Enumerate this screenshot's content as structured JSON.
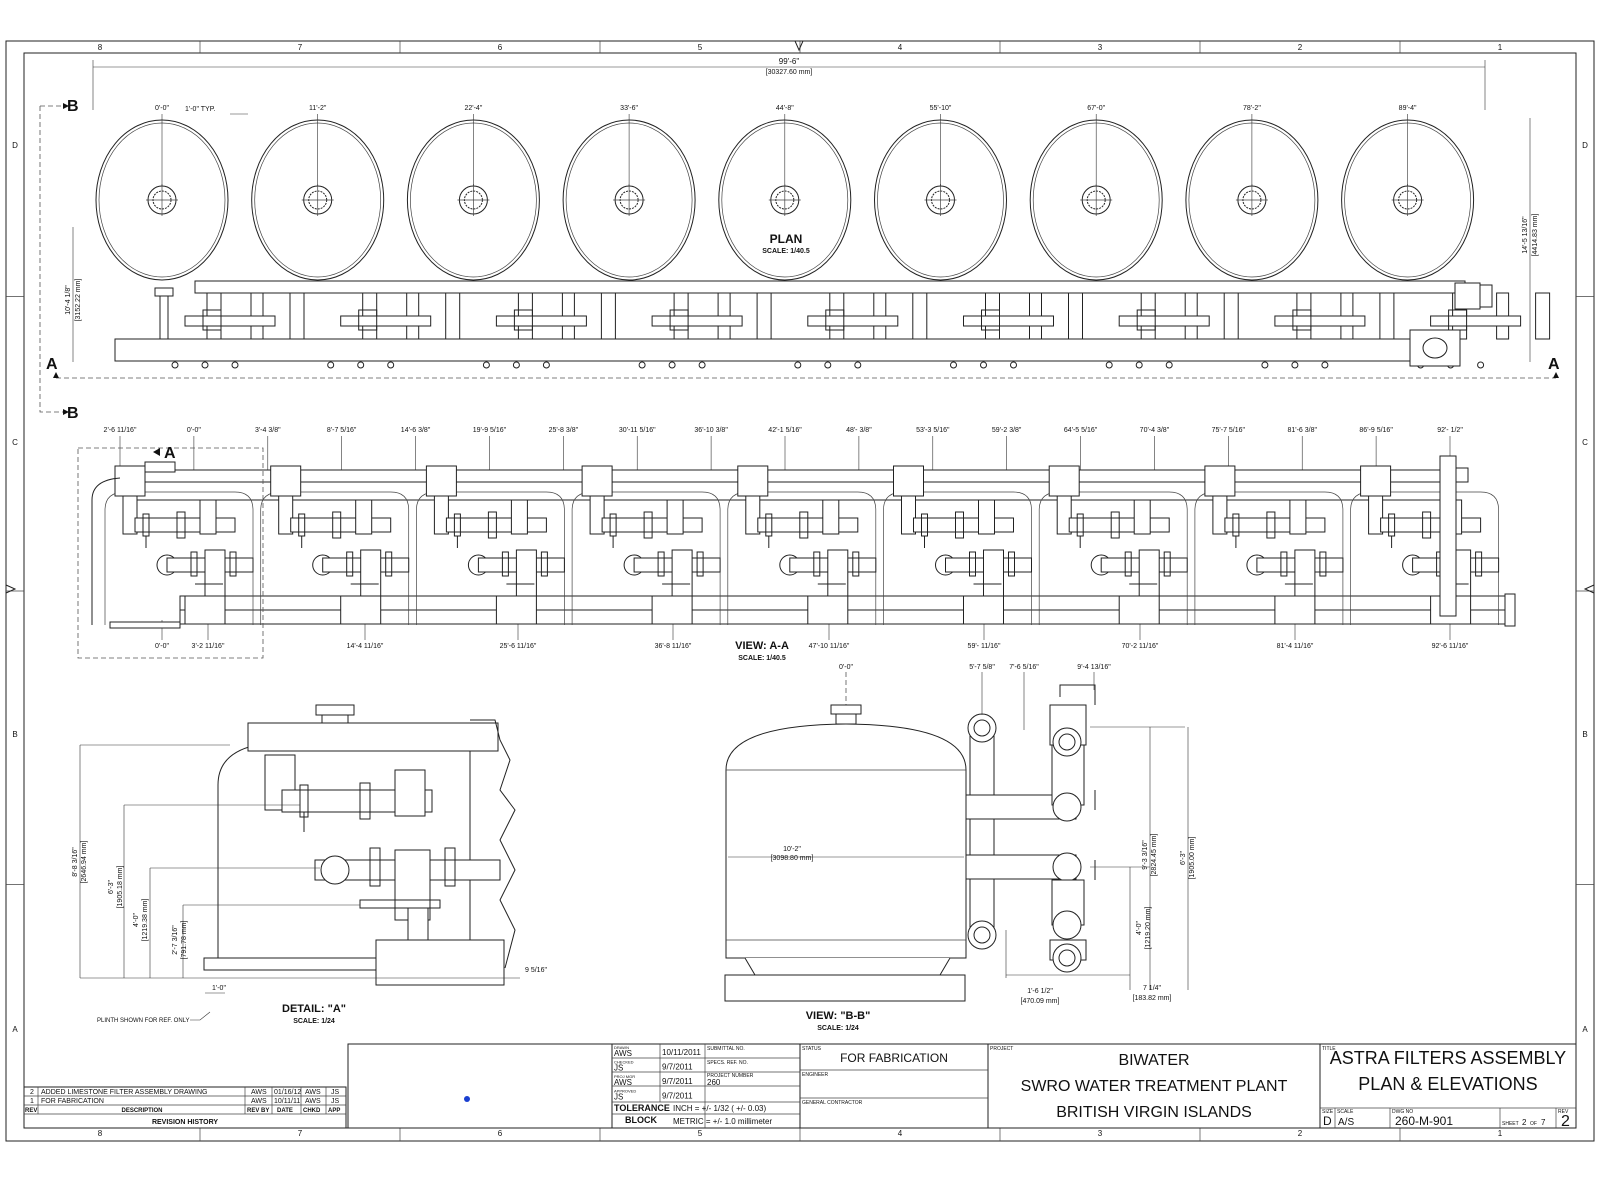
{
  "grid": {
    "columns": [
      "8",
      "7",
      "6",
      "5",
      "4",
      "3",
      "2",
      "1"
    ],
    "rows": [
      "D",
      "C",
      "B",
      "A"
    ]
  },
  "plan": {
    "overall_dim": "99'-6\"",
    "overall_dim_mm": "[30327.60 mm]",
    "typ_label": "1'-0\" TYP.",
    "tank_positions": [
      "0'-0\"",
      "11'-2\"",
      "22'-4\"",
      "33'-6\"",
      "44'-8\"",
      "55'-10\"",
      "67'-0\"",
      "78'-2\"",
      "89'-4\""
    ],
    "title": "PLAN",
    "scale": "SCALE: 1/40.5",
    "left_dim": "10'-4 1/8\"",
    "left_dim_mm": "[3152.22 mm]",
    "right_dim": "14'-5 13/16\"",
    "right_dim_mm": "[4414.83 mm]",
    "section_b": "B",
    "section_a": "A"
  },
  "view_aa": {
    "top_dims": [
      "2'-6 11/16\"",
      "0'-0\"",
      "3'-4 3/8\"",
      "8'-7 5/16\"",
      "14'-6 3/8\"",
      "19'-9 5/16\"",
      "25'-8 3/8\"",
      "30'-11 5/16\"",
      "36'-10 3/8\"",
      "42'-1 5/16\"",
      "48'- 3/8\"",
      "53'-3 5/16\"",
      "59'-2 3/8\"",
      "64'-5 5/16\"",
      "70'-4 3/8\"",
      "75'-7 5/16\"",
      "81'-6 3/8\"",
      "86'-9 5/16\"",
      "92'- 1/2\""
    ],
    "bottom_dims": [
      "0'-0\"",
      "3'-2 11/16\"",
      "14'-4 11/16\"",
      "25'-6 11/16\"",
      "36'-8 11/16\"",
      "47'-10 11/16\"",
      "59'- 11/16\"",
      "70'-2 11/16\"",
      "81'-4 11/16\"",
      "92'-6 11/16\""
    ],
    "detail_marker": "A",
    "title": "VIEW: A-A",
    "scale": "SCALE: 1/40.5"
  },
  "detail_a": {
    "dim_1": "8'-8 3/16\"",
    "dim_1_mm": "[2646.94 mm]",
    "dim_2": "6'-3\"",
    "dim_2_mm": "[1905.18 mm]",
    "dim_3": "4'-0\"",
    "dim_3_mm": "[1219.38 mm]",
    "dim_4": "2'-7 3/16\"",
    "dim_4_mm": "[791.78 mm]",
    "dim_5": "9 5/16\"",
    "dim_6": "1'-0\"",
    "plinth_note": "PLINTH SHOWN FOR REF. ONLY",
    "title": "DETAIL: \"A\"",
    "scale": "SCALE: 1/24"
  },
  "view_bb": {
    "zero": "0'-0\"",
    "dim_top1": "5'-7 5/8\"",
    "dim_top2": "7'-6 5/16\"",
    "dim_top3": "9'-4 13/16\"",
    "diameter": "10'-2\"",
    "diameter_mm": "[3098.80 mm]",
    "dim_v1": "9'-3 3/16\"",
    "dim_v1_mm": "[2824.45 mm]",
    "dim_v2": "4'-0\"",
    "dim_v2_mm": "[1219.20 mm]",
    "dim_v3": "6'-3\"",
    "dim_v3_mm": "[1905.00 mm]",
    "dim_b1": "1'-6 1/2\"",
    "dim_b1_mm": "[470.09 mm]",
    "dim_b2": "7 1/4\"",
    "dim_b2_mm": "[183.82 mm]",
    "title": "VIEW: \"B-B\"",
    "scale": "SCALE: 1/24"
  },
  "revision_history": {
    "rows": [
      {
        "rev": "2",
        "description": "ADDED LIMESTONE FILTER ASSEMBLY DRAWING",
        "rev_by": "AWS",
        "date": "01/16/12",
        "chkd": "AWS",
        "app": "JS"
      },
      {
        "rev": "1",
        "description": "FOR FABRICATION",
        "rev_by": "AWS",
        "date": "10/11/11",
        "chkd": "AWS",
        "app": "JS"
      }
    ],
    "headers": {
      "rev": "REV",
      "description": "DESCRIPTION",
      "rev_by": "REV BY",
      "date": "DATE",
      "chkd": "CHKD",
      "app": "APP"
    },
    "title": "REVISION HISTORY"
  },
  "title_block": {
    "sign_rows": [
      {
        "role": "DRAWN",
        "initials": "AWS",
        "date": "10/11/2011"
      },
      {
        "role": "CHECKED",
        "initials": "JS",
        "date": "9/7/2011"
      },
      {
        "role": "PROJ MGR",
        "initials": "AWS",
        "date": "9/7/2011"
      },
      {
        "role": "APPROVED",
        "initials": "JS",
        "date": "9/7/2011"
      }
    ],
    "submittal_label": "SUBMITTAL NO.",
    "specs_label": "SPECS. REF. NO.",
    "project_number_label": "PROJECT NUMBER",
    "project_number": "260",
    "tolerance_label": "TOLERANCE",
    "block_label": "BLOCK",
    "tol_inch": "INCH = +/- 1/32 ( +/- 0.03)",
    "tol_metric": "METRIC = +/- 1.0 millimeter",
    "status_label": "STATUS",
    "status": "FOR FABRICATION",
    "engineer_label": "ENGINEER",
    "gc_label": "GENERAL CONTRACTOR",
    "project_label": "PROJECT",
    "project_line1": "BIWATER",
    "project_line2": "SWRO WATER TREATMENT PLANT",
    "project_line3": "BRITISH VIRGIN ISLANDS",
    "title_label": "TITLE",
    "title_line1": "ASTRA FILTERS ASSEMBLY",
    "title_line2": "PLAN & ELEVATIONS",
    "size_label": "SIZE",
    "size": "D",
    "scale_label": "SCALE",
    "scale": "A/S",
    "dwg_label": "DWG NO",
    "dwg_no": "260-M-901",
    "sheet_label": "SHEET",
    "sheet": "2",
    "of_label": "OF",
    "sheet_total": "7",
    "rev_label": "REV",
    "rev": "2"
  }
}
